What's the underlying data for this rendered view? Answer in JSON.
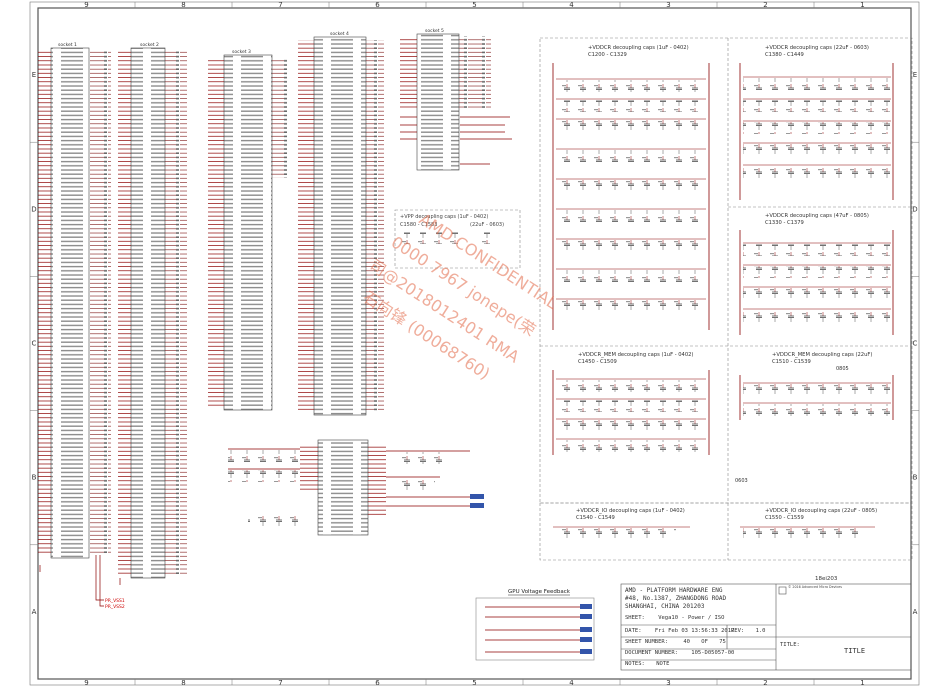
{
  "border": {
    "columns": [
      "9",
      "8",
      "7",
      "6",
      "5",
      "4",
      "3",
      "2",
      "1"
    ],
    "rows": [
      "E",
      "D",
      "C",
      "B",
      "A"
    ]
  },
  "left_block": {
    "u1_label": "socket 1",
    "u2_label": "socket 2",
    "u3_label": "socket 3",
    "u4_label": "socket 4",
    "u5_label": "socket 5",
    "bottom_nets": [
      "PR_VSS1",
      "PR_VSS2"
    ]
  },
  "caps_panels": [
    {
      "title": "+VDDCR decoupling caps (1uF - 0402)",
      "range": "C1200 - C1329"
    },
    {
      "title": "+VDDCR decoupling caps (22uF - 0603)",
      "range": "C1380 - C1449"
    },
    {
      "title": "+VDDCR decoupling caps (47uF - 0805)",
      "range": "C1330 - C1379"
    },
    {
      "title": "+VDDCR_MEM decoupling caps (1uF - 0402)",
      "range": "C1450 - C1509"
    },
    {
      "title": "+VDDCR_MEM decoupling caps (22uF)",
      "range": "C1510 - C1539"
    },
    {
      "title": "+VDDCR_IO decoupling caps (1uF - 0402)",
      "range": "C1540 - C1549"
    },
    {
      "title": "+VDDCR_IO decoupling caps (22uF - 0805)",
      "range": "C1550 - C1559"
    }
  ],
  "vpp_panel": {
    "title": "+VPP decoupling caps (1uF - 0402)",
    "range": "C1580 - C1583",
    "note": "(22uF - 0603)"
  },
  "size_notes": [
    "0805",
    "0603"
  ],
  "feedback": {
    "title": "GPU Voltage Feedback"
  },
  "watermark": {
    "line1": "AMD CONFIDENTIAL",
    "line2": "0000 7967 jonepe(荣",
    "line3": "司@2018012401 RMA",
    "line4": "石向锋 (00068760)"
  },
  "title_block": {
    "company": "AMD - PLATFORM HARDWARE ENG",
    "address1": "#48, No.1387, ZHANGDONG ROAD",
    "address2": "SHANGHAI, CHINA 201203",
    "sheet_label": "SHEET:",
    "sheet_value": "Vega10 - Power / ISO",
    "date_label": "DATE:",
    "date_value": "Fri Feb 03 13:56:33 2017",
    "rev_label": "REV:",
    "rev_value": "1.0",
    "sheet_number_label": "SHEET NUMBER:",
    "sheet_number": "40",
    "of": "OF",
    "total": "75",
    "doc_label": "DOCUMENT NUMBER:",
    "doc_value": "105-D05057-00",
    "notes_label": "NOTES:",
    "notes_value": "NOTE",
    "title_label": "TITLE:",
    "title_value": "TITLE",
    "id_tag": "18ei203",
    "copyright": "© 2016 Advanced Micro Devices"
  },
  "colors": {
    "wire": "#8b0000",
    "border": "#555555",
    "dash": "#888888",
    "watermark": "#e36b4a",
    "net": "#cc0000"
  }
}
